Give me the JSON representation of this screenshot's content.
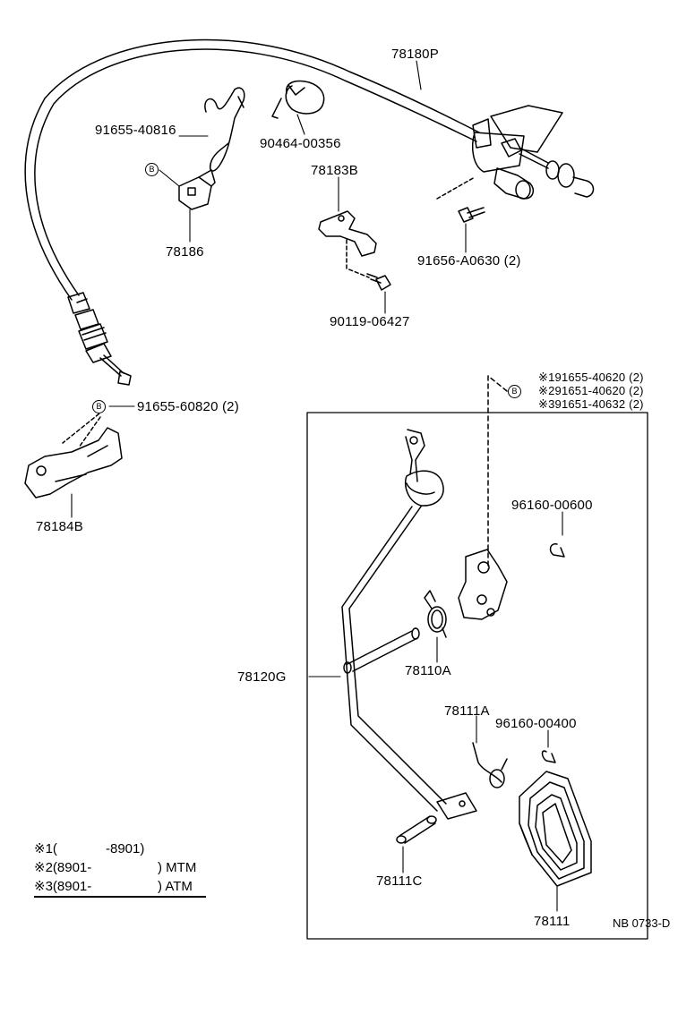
{
  "diagram": {
    "ref_code": "NB 0733-D",
    "part_labels": {
      "cable": "78180P",
      "clip_91655_40816": "91655-40816",
      "band": "90464-00356",
      "bracket_78183B": "78183B",
      "bolt_91656": "91656-A0630 (2)",
      "bolt_90119": "90119-06427",
      "clamp_78186": "78186",
      "clip_91655_60820": "91655-60820 (2)",
      "bracket_78184B": "78184B",
      "note1": "※191655-40620 (2)",
      "note2": "※291651-40620 (2)",
      "note3": "※391651-40632 (2)",
      "ring_96160_00600": "96160-00600",
      "pedal_arm": "78120G",
      "spring_78110A": "78110A",
      "spring_78111A": "78111A",
      "ring_96160_00400": "96160-00400",
      "pin_78111C": "78111C",
      "pedal_pad": "78111",
      "circle_b": "B"
    },
    "legend": {
      "row1_mark": "※1(",
      "row1_range": "-8901)",
      "row2_mark": "※2(8901-",
      "row2_type": ") MTM",
      "row3_mark": "※3(8901-",
      "row3_type": ") ATM"
    }
  }
}
